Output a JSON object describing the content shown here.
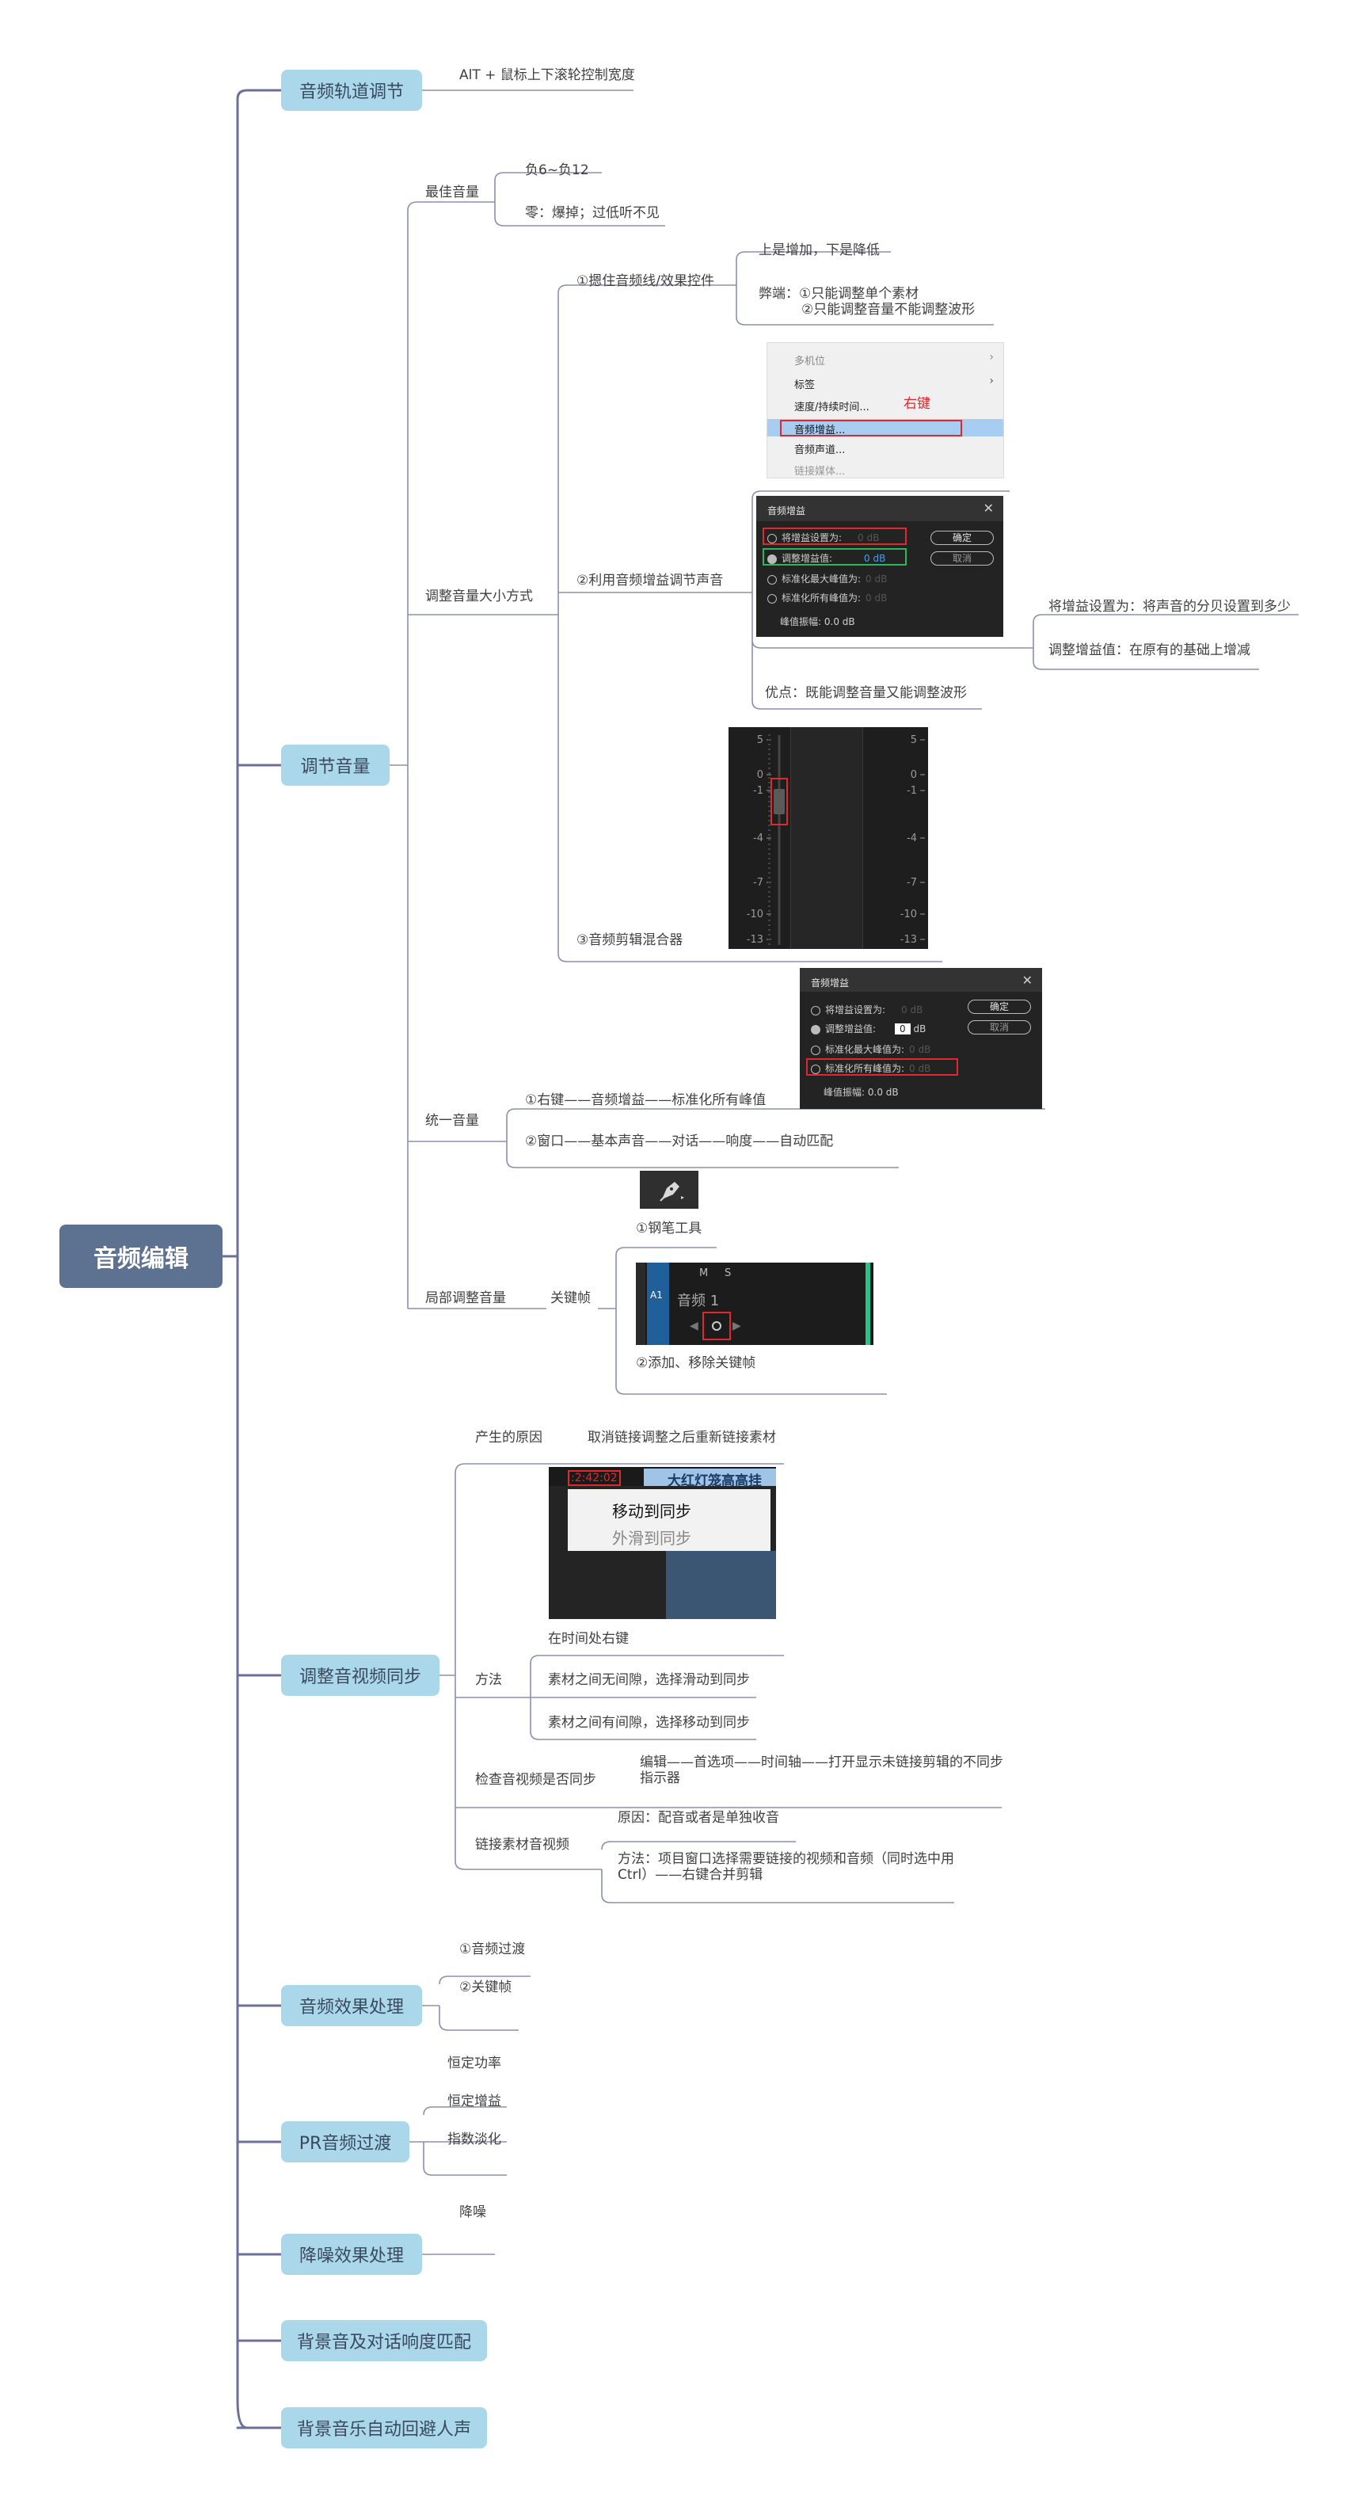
{
  "root": "音频编辑",
  "branches": {
    "b1": "音频轨道调节",
    "b2": "调节音量",
    "b3": "调整音视频同步",
    "b4": "音频效果处理",
    "b5": "PR音频过渡",
    "b6": "降噪效果处理",
    "b7": "背景音及对话响度匹配",
    "b8": "背景音乐自动回避人声"
  },
  "track": {
    "note": "AlT + 鼠标上下滚轮控制宽度"
  },
  "volume": {
    "best": "最佳音量",
    "best_a": "负6~负12",
    "best_b": "零：爆掉；过低听不见",
    "ways": "调整音量大小方式",
    "w1": "①摁住音频线/效果控件",
    "w1_a": "上是增加，下是降低",
    "w1_b1": "弊端：①只能调整单个素材",
    "w1_b2": "②只能调整音量不能调整波形",
    "w2": "②利用音频增益调节声音",
    "w2_adv": "优点：既能调整音量又能调整波形",
    "w2_set": "将增益设置为：将声音的分贝设置到多少",
    "w2_adj": "调整增益值：在原有的基础上增减",
    "w3": "③音频剪辑混合器",
    "unify": "统一音量",
    "u1": "①右键——音频增益——标准化所有峰值",
    "u2": "②窗口——基本声音——对话——响度——自动匹配",
    "local": "局部调整音量",
    "keyframe": "关键帧",
    "k1": "①钢笔工具",
    "k2": "②添加、移除关键帧"
  },
  "sync": {
    "cause": "产生的原因",
    "cause_a": "取消链接调整之后重新链接素材",
    "method": "方法",
    "m1": "在时间处右键",
    "m2": "素材之间无间隙，选择滑动到同步",
    "m3": "素材之间有间隙，选择移动到同步",
    "check": "检查音视频是否同步",
    "check_a1": "编辑——首选项——时间轴——打开显示未链接剪辑的不同步",
    "check_a2": "指示器",
    "link": "链接素材音视频",
    "link_a": "原因：配音或者是单独收音",
    "link_b1": "方法：项目窗口选择需要链接的视频和音频（同时选中用",
    "link_b2": "Ctrl）——右键合并剪辑"
  },
  "effects": {
    "e1": "①音频过渡",
    "e2": "②关键帧"
  },
  "transition": {
    "t1": "恒定功率",
    "t2": "恒定增益",
    "t3": "指数淡化"
  },
  "denoise": {
    "d1": "降噪"
  },
  "menu1": {
    "items": [
      "多机位",
      "标签",
      "速度/持续时间...",
      "音频增益...",
      "音频声道...",
      "链接媒体..."
    ],
    "note": "右键"
  },
  "dialog1": {
    "title": "音频增益",
    "close": "✕",
    "r1": "将增益设置为:",
    "r1_val": "0 dB",
    "r2": "调整增益值:",
    "r2_val": "0 dB",
    "r3": "标准化最大峰值为:",
    "r3_val": "0 dB",
    "r4": "标准化所有峰值为:",
    "r4_val": "0 dB",
    "peak": "峰值振幅:",
    "peak_val": "0.0 dB",
    "ok": "确定",
    "cancel": "取消"
  },
  "mixer": {
    "ticks": [
      "5",
      "0",
      "-1",
      "-4",
      "-7",
      "-10",
      "-13"
    ]
  },
  "dialog2": {
    "title": "音频增益",
    "close": "✕",
    "r1": "将增益设置为:",
    "r1_val": "0 dB",
    "r2": "调整增益值:",
    "r2_val": "0",
    "r2_unit": "dB",
    "r3": "标准化最大峰值为:",
    "r3_val": "0 dB",
    "r4": "标准化所有峰值为:",
    "r4_val": "0 dB",
    "peak": "峰值振幅:",
    "peak_val": "0.0 dB",
    "ok": "确定",
    "cancel": "取消"
  },
  "track_panel": {
    "label": "A1",
    "name": "音频 1",
    "m": "M",
    "s": "S"
  },
  "sync_menu": {
    "timecode": ":2:42:02",
    "clip": "大红灯笼高高挂",
    "item1": "移动到同步",
    "item2": "外滑到同步"
  }
}
